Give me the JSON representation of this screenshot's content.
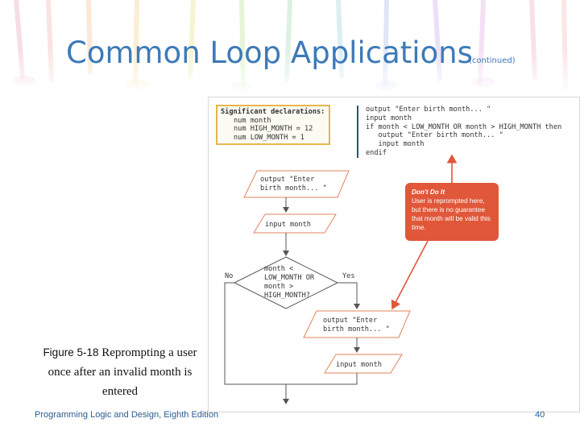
{
  "slide": {
    "title": "Common Loop Applications",
    "title_suffix": "(continued)",
    "footer": "Programming Logic and Design, Eighth Edition",
    "page_number": "40"
  },
  "caption": {
    "figure_label": "Figure 5-18",
    "text": "Reprompting a user once after an invalid month is entered"
  },
  "declarations": {
    "heading": "Significant declarations:",
    "lines": [
      "num month",
      "num HIGH_MONTH = 12",
      "num LOW_MONTH = 1"
    ]
  },
  "pseudocode": {
    "lines": [
      "output \"Enter birth month... \"",
      "input month",
      "if month < LOW_MONTH OR month > HIGH_MONTH then",
      "   output \"Enter birth month... \"",
      "   input month",
      "endif"
    ]
  },
  "flowchart": {
    "output1": [
      "output \"Enter",
      "birth month... \""
    ],
    "input1": "input month",
    "decision": [
      "month <",
      "LOW_MONTH OR",
      "month >",
      "HIGH_MONTH?"
    ],
    "no_label": "No",
    "yes_label": "Yes",
    "output2": [
      "output \"Enter",
      "birth month... \""
    ],
    "input2": "input month"
  },
  "callout": {
    "title": "Don't Do It",
    "text": "User is reprompted here, but there is no guarantee that month will be valid this time."
  },
  "colors": {
    "title": "#3d7ab8",
    "decl_border": "#e6b64a",
    "callout": "#e0573a",
    "shape_border": "#e0835c"
  }
}
